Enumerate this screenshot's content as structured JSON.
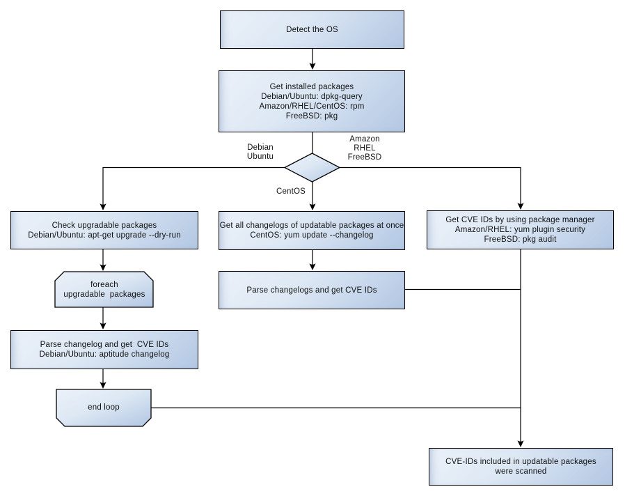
{
  "diagram": {
    "background_color": "#ffffff",
    "node_border_color": "#000000",
    "node_fill_light": "#ebf1f9",
    "node_fill_dark": "#b3c7e3",
    "connector_color": "#000000",
    "text_color": "#111111",
    "nodes": {
      "detect_os": "Detect the OS",
      "get_installed_packages": "Get installed packages\nDebian/Ubuntu: dpkg-query\nAmazon/RHEL/CentOS: rpm\nFreeBSD: pkg",
      "check_upgradable": "Check upgradable packages\nDebian/Ubuntu: apt-get upgrade --dry-run",
      "foreach_loop": "foreach\nupgradable  packages",
      "parse_changelog_debian": "Parse changelog and get  CVE IDs\nDebian/Ubuntu: aptitude changelog",
      "end_loop": "end loop",
      "get_all_changelogs": "Get all changelogs of updatable packages at once\nCentOS: yum update --changelog",
      "parse_changelogs_centos": "Parse changelogs and get CVE IDs",
      "get_cve_ids_pkg_manager": "Get CVE IDs by using package manager\nAmazon/RHEL: yum plugin security\nFreeBSD: pkg audit",
      "result": "CVE-IDs included in updatable packages\nwere scanned"
    },
    "branch_labels": {
      "left": "Debian\nUbuntu",
      "right": "Amazon\nRHEL\nFreeBSD",
      "down": "CentOS"
    }
  }
}
